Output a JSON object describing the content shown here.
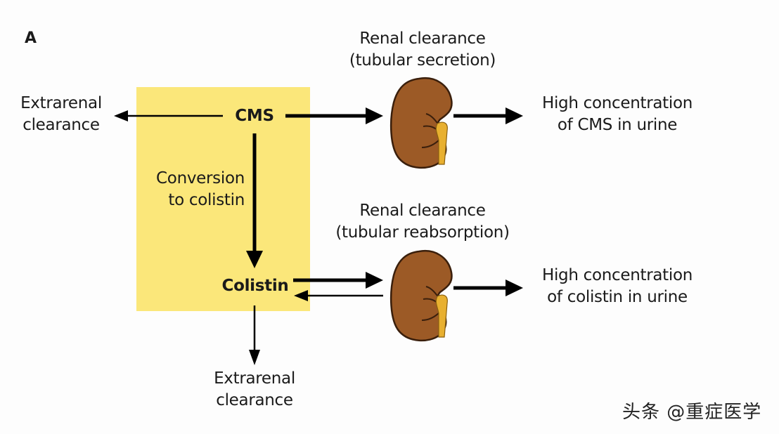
{
  "figure": {
    "panel_label": "A",
    "colors": {
      "box_fill": "#fbe77a",
      "kidney_fill": "#9c5a26",
      "kidney_stroke": "#3a1f0c",
      "ureter_fill": "#e8b030",
      "arrow": "#000000"
    },
    "nodes": {
      "cms": "CMS",
      "colistin": "Colistin",
      "extrarenal_top": [
        "Extrarenal",
        "clearance"
      ],
      "extrarenal_bottom": [
        "Extrarenal",
        "clearance"
      ],
      "conversion": [
        "Conversion",
        "to colistin"
      ],
      "renal_secretion": [
        "Renal clearance",
        "(tubular secretion)"
      ],
      "renal_reabsorption": [
        "Renal clearance",
        "(tubular reabsorption)"
      ],
      "urine_cms": [
        "High concentration",
        "of CMS in urine"
      ],
      "urine_colistin": [
        "High concentration",
        "of colistin in urine"
      ]
    },
    "edges": [
      {
        "from": "CMS",
        "to": "Extrarenal clearance",
        "direction": "left"
      },
      {
        "from": "CMS",
        "to": "Renal clearance (tubular secretion)",
        "direction": "right"
      },
      {
        "from": "Renal clearance (tubular secretion)",
        "to": "High concentration of CMS in urine",
        "direction": "right"
      },
      {
        "from": "CMS",
        "to": "Colistin",
        "label": "Conversion to colistin",
        "direction": "down"
      },
      {
        "from": "Colistin",
        "to": "Renal clearance (tubular reabsorption)",
        "direction": "right"
      },
      {
        "from": "Renal clearance (tubular reabsorption)",
        "to": "Colistin",
        "direction": "left"
      },
      {
        "from": "Renal clearance (tubular reabsorption)",
        "to": "High concentration of colistin in urine",
        "direction": "right"
      },
      {
        "from": "Colistin",
        "to": "Extrarenal clearance",
        "direction": "down"
      }
    ],
    "icons": [
      "kidney-icon",
      "kidney-icon"
    ]
  },
  "watermark": "头条 @重症医学"
}
